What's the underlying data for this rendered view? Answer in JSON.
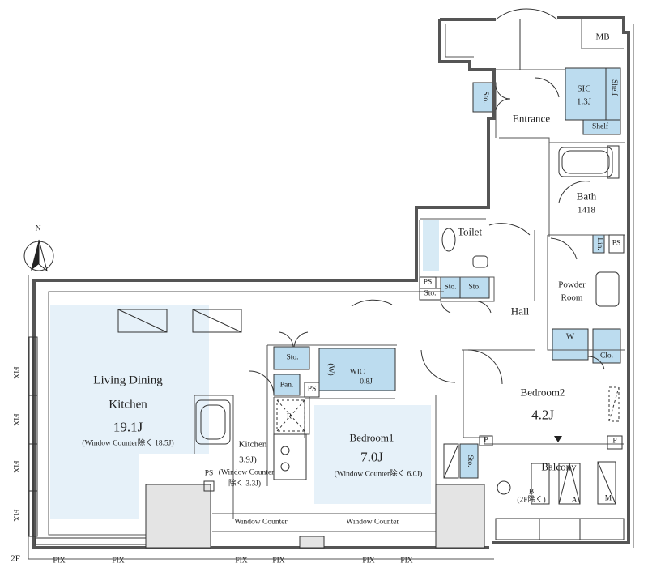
{
  "rooms": {
    "ldk_label_1": "Living Dining",
    "ldk_label_2": "Kitchen",
    "ldk_size": "19.1J",
    "ldk_note": "(Window Counter除く 18.5J)",
    "kitchen_label": "Kitchen",
    "kitchen_size": "3.9J)",
    "kitchen_note_1": "(Window Counter",
    "kitchen_note_2": "除く 3.3J)",
    "bedroom1_label": "Bedroom1",
    "bedroom1_size": "7.0J",
    "bedroom1_note": "(Window Counter除く 6.0J)",
    "bedroom2_label": "Bedroom2",
    "bedroom2_size": "4.2J",
    "entrance": "Entrance",
    "sic_label": "SIC",
    "sic_size": "1.3J",
    "shelf": "Shelf",
    "mb": "MB",
    "bath_label": "Bath",
    "bath_size": "1418",
    "toilet": "Toilet",
    "powder_1": "Powder",
    "powder_2": "Room",
    "hall": "Hall",
    "balcony": "Balcony",
    "wic_label": "WIC",
    "wic_size": "0.8J",
    "sto": "Sto.",
    "pan": "Pan.",
    "ps": "PS",
    "p": "P",
    "lin": "Lin.",
    "w": "W",
    "clo": "Clo.",
    "r": "R",
    "w_paren": "(W)",
    "window_counter": "Window Counter",
    "fix": "FIX",
    "floor": "2F",
    "north": "N",
    "balcony_b": "B",
    "balcony_b_note": "(2F除く)",
    "balcony_a": "A",
    "balcony_m": "M"
  },
  "colors": {
    "ldk_fill": "#e6f1f9",
    "storage_fill": "#bcdcef",
    "wall": "#555555",
    "line": "#333333"
  }
}
